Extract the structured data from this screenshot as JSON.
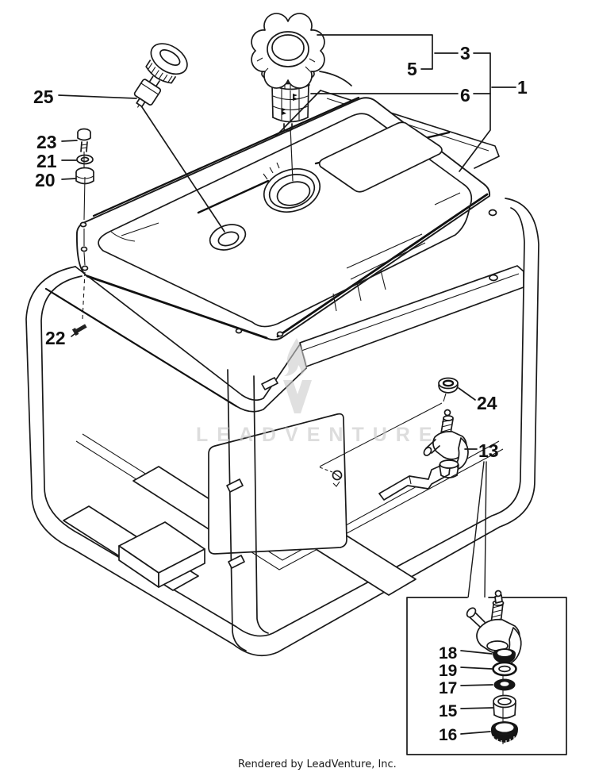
{
  "diagram": {
    "type": "exploded-parts-diagram",
    "subject": "generator fuel tank and frame assembly",
    "callouts": {
      "n1": "1",
      "n3": "3",
      "n5": "5",
      "n6": "6",
      "n13": "13",
      "n15": "15",
      "n16": "16",
      "n17": "17",
      "n18": "18",
      "n19": "19",
      "n20": "20",
      "n21": "21",
      "n22": "22",
      "n23": "23",
      "n24": "24",
      "n25": "25"
    }
  },
  "watermark": {
    "text": "LEADVENTURE"
  },
  "footer": {
    "text": "Rendered by LeadVenture, Inc."
  }
}
